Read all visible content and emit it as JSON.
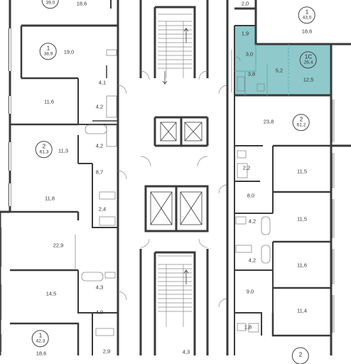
{
  "colors": {
    "wall": "#3a3a3a",
    "thin": "#8a8a8a",
    "highlight_fill": "#8fc9cc",
    "highlight_edge": "#5aaeb2",
    "background": "#ffffff"
  },
  "apartments": {
    "a_top_left": {
      "num": "1",
      "area": "39,0"
    },
    "a1": {
      "num": "1",
      "area": "38,9"
    },
    "a2": {
      "num": "2",
      "area": "61,3"
    },
    "a3": {
      "num": "1",
      "area": "42,3"
    },
    "b_top_right": {
      "num": "1",
      "area": "43,0"
    },
    "b1c": {
      "num": "1С",
      "area": "26,4"
    },
    "b2": {
      "num": "2",
      "area": "61,2"
    },
    "b_bottom": {
      "num": "2",
      "area": ""
    }
  },
  "rooms": {
    "r18_6_top": "18,6",
    "r19_0": "19,0",
    "r4_1": "4,1",
    "r11_6_left": "11,6",
    "r4_2_l1": "4,2",
    "r4_2_l2": "4,2",
    "r11_3": "11,3",
    "r8_7": "8,7",
    "r11_8": "11,8",
    "r2_4": "2,4",
    "r22_9": "22,9",
    "r14_5": "14,5",
    "r4_3_l": "4,3",
    "r4_9": "4,9",
    "r18_6_bottom": "18,6",
    "r2_9": "2,9",
    "r4_3_c": "4,3",
    "r2_0": "2,0",
    "r18_6_right": "18,6",
    "r1_9": "1,9",
    "r3_0": "3,0",
    "r3_8": "3,8",
    "r5_2": "5,2",
    "r12_5": "12,5",
    "r23_8": "23,8",
    "r2_2": "2,2",
    "r11_5_a": "11,5",
    "r8_0": "8,0",
    "r11_5_b": "11,5",
    "r4_2_r1": "4,2",
    "r4_2_r2": "4,2",
    "r11_6_right": "11,6",
    "r9_0": "9,0",
    "r11_4": "11,4",
    "r1_8": "1,8"
  }
}
